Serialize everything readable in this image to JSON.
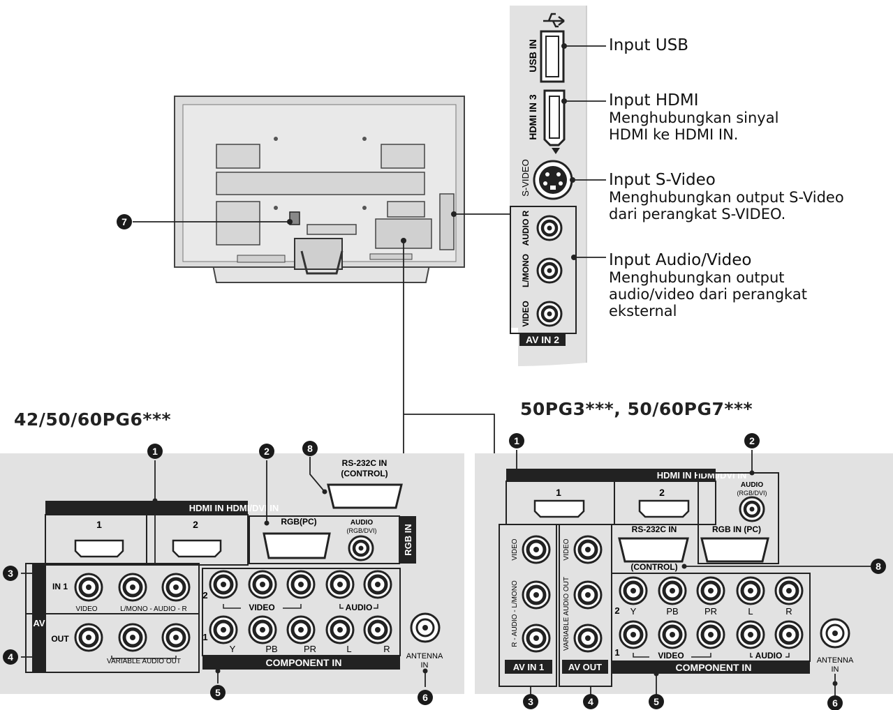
{
  "callouts": [
    {
      "title": "Input USB",
      "desc": ""
    },
    {
      "title": "Input HDMI",
      "desc": "Menghubungkan sinyal\nHDMI ke HDMI IN."
    },
    {
      "title": "Input S-Video",
      "desc": "Menghubungkan output S-Video\ndari perangkat S-VIDEO."
    },
    {
      "title": "Input Audio/Video",
      "desc": "Menghubungkan output\naudio/video dari perangkat\neksternal"
    }
  ],
  "side_panel": {
    "usb": "USB IN",
    "hdmi3": "HDMI IN 3",
    "svideo": "S-VIDEO",
    "audio_r": "AUDIO R",
    "l_mono": "L/MONO",
    "video": "VIDEO",
    "av_in2": "AV IN 2"
  },
  "models": {
    "left": "42/50/60PG6***",
    "right": "50PG3***, 50/60PG7***"
  },
  "left_panel": {
    "hdmi": "HDMI IN HDMI/DVI IN",
    "hdmi_1": "1",
    "hdmi_2": "2",
    "rgb_pc": "RGB(PC)",
    "audio": "AUDIO",
    "audio_sub": "(RGB/DVI)",
    "rgb_in": "RGB IN",
    "rs232": "RS-232C IN",
    "control": "(CONTROL)",
    "in1": "IN 1",
    "video": "VIDEO",
    "lmono_audio_r": "L/MONO - AUDIO - R",
    "av": "AV",
    "out": "OUT",
    "var_audio": "VARIABLE AUDIO OUT",
    "comp_2": "2",
    "comp_1": "1",
    "comp_video": "VIDEO",
    "comp_audio": "AUDIO",
    "y": "Y",
    "pb": "PB",
    "pr": "PR",
    "l": "L",
    "r": "R",
    "component_in": "COMPONENT IN",
    "antenna": "ANTENNA",
    "antenna_in": "IN"
  },
  "right_panel": {
    "hdmi": "HDMI IN HDMI/DVI IN",
    "hdmi_1": "1",
    "hdmi_2": "2",
    "audio": "AUDIO",
    "audio_sub": "(RGB/DVI)",
    "rs232": "RS-232C IN",
    "control": "(CONTROL)",
    "rgb_in_pc": "RGB IN (PC)",
    "video": "VIDEO",
    "r_audio_lmono": "R - AUDIO - L/MONO",
    "var_audio_out": "VARIABLE AUDIO OUT",
    "av_in1": "AV IN 1",
    "av_out": "AV OUT",
    "comp_2": "2",
    "comp_1": "1",
    "y": "Y",
    "pb": "PB",
    "pr": "PR",
    "l": "L",
    "r": "R",
    "comp_video": "VIDEO",
    "comp_audio": "AUDIO",
    "component_in": "COMPONENT IN",
    "antenna": "ANTENNA",
    "antenna_in": "IN"
  },
  "badges": [
    "1",
    "2",
    "3",
    "4",
    "5",
    "6",
    "7",
    "8"
  ]
}
